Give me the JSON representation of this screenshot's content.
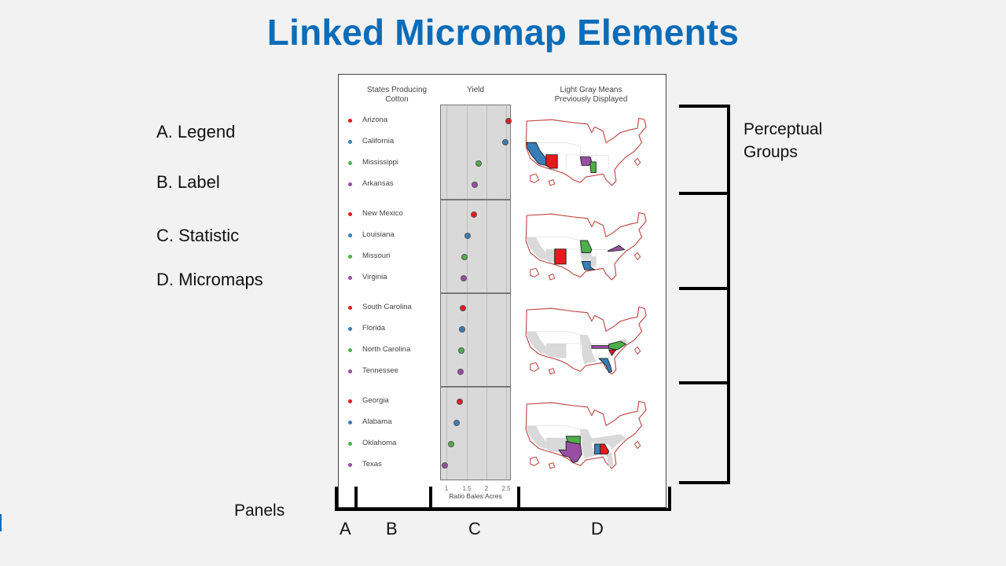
{
  "title": "Linked Micromap Elements",
  "elements": [
    {
      "label": "A. Legend"
    },
    {
      "label": "B. Label"
    },
    {
      "label": "C. Statistic"
    },
    {
      "label": "D. Micromaps"
    }
  ],
  "right_annotation": {
    "line1": "Perceptual",
    "line2": "Groups"
  },
  "panels_annotation": "Panels",
  "panel_letters": [
    "A",
    "B",
    "C",
    "D"
  ],
  "figure": {
    "headers": {
      "states_line1": "States Producing",
      "states_line2": "Cotton",
      "yield": "Yield",
      "maps_line1": "Light Gray Means",
      "maps_line2": "Previously Displayed"
    },
    "axis": {
      "ticks": [
        "1",
        "1.5",
        "2",
        "2.5"
      ],
      "label": "Ratio Bales:Acres"
    },
    "colors": {
      "red": "#e41a1c",
      "blue": "#377eb8",
      "green": "#4daf4a",
      "purple": "#984ea3",
      "gray": "#d9d9d9",
      "outline": "#c0504d"
    },
    "groups": [
      {
        "states": [
          {
            "name": "Arizona",
            "color": "red",
            "value": 2.53
          },
          {
            "name": "California",
            "color": "blue",
            "value": 2.45
          },
          {
            "name": "Mississippi",
            "color": "green",
            "value": 1.78
          },
          {
            "name": "Arkansas",
            "color": "purple",
            "value": 1.69
          }
        ]
      },
      {
        "states": [
          {
            "name": "New Mexico",
            "color": "red",
            "value": 1.67
          },
          {
            "name": "Louisiana",
            "color": "blue",
            "value": 1.51
          },
          {
            "name": "Missouri",
            "color": "green",
            "value": 1.43
          },
          {
            "name": "Virginia",
            "color": "purple",
            "value": 1.41
          }
        ]
      },
      {
        "states": [
          {
            "name": "South Carolina",
            "color": "red",
            "value": 1.39
          },
          {
            "name": "Florida",
            "color": "blue",
            "value": 1.37
          },
          {
            "name": "North Carolina",
            "color": "green",
            "value": 1.35
          },
          {
            "name": "Tennessee",
            "color": "purple",
            "value": 1.33
          }
        ]
      },
      {
        "states": [
          {
            "name": "Georgia",
            "color": "red",
            "value": 1.31
          },
          {
            "name": "Alabama",
            "color": "blue",
            "value": 1.24
          },
          {
            "name": "Oklahoma",
            "color": "green",
            "value": 1.1
          },
          {
            "name": "Texas",
            "color": "purple",
            "value": 0.94
          }
        ]
      }
    ]
  },
  "chart_data": {
    "type": "scatter",
    "title": "Yield",
    "xlabel": "Ratio Bales:Acres",
    "xlim": [
      0.9,
      2.6
    ],
    "xticks": [
      1,
      1.5,
      2,
      2.5
    ],
    "categories": [
      "Arizona",
      "California",
      "Mississippi",
      "Arkansas",
      "New Mexico",
      "Louisiana",
      "Missouri",
      "Virginia",
      "South Carolina",
      "Florida",
      "North Carolina",
      "Tennessee",
      "Georgia",
      "Alabama",
      "Oklahoma",
      "Texas"
    ],
    "values": [
      2.53,
      2.45,
      1.78,
      1.69,
      1.67,
      1.51,
      1.43,
      1.41,
      1.39,
      1.37,
      1.35,
      1.33,
      1.31,
      1.24,
      1.1,
      0.94
    ],
    "grid": true
  }
}
